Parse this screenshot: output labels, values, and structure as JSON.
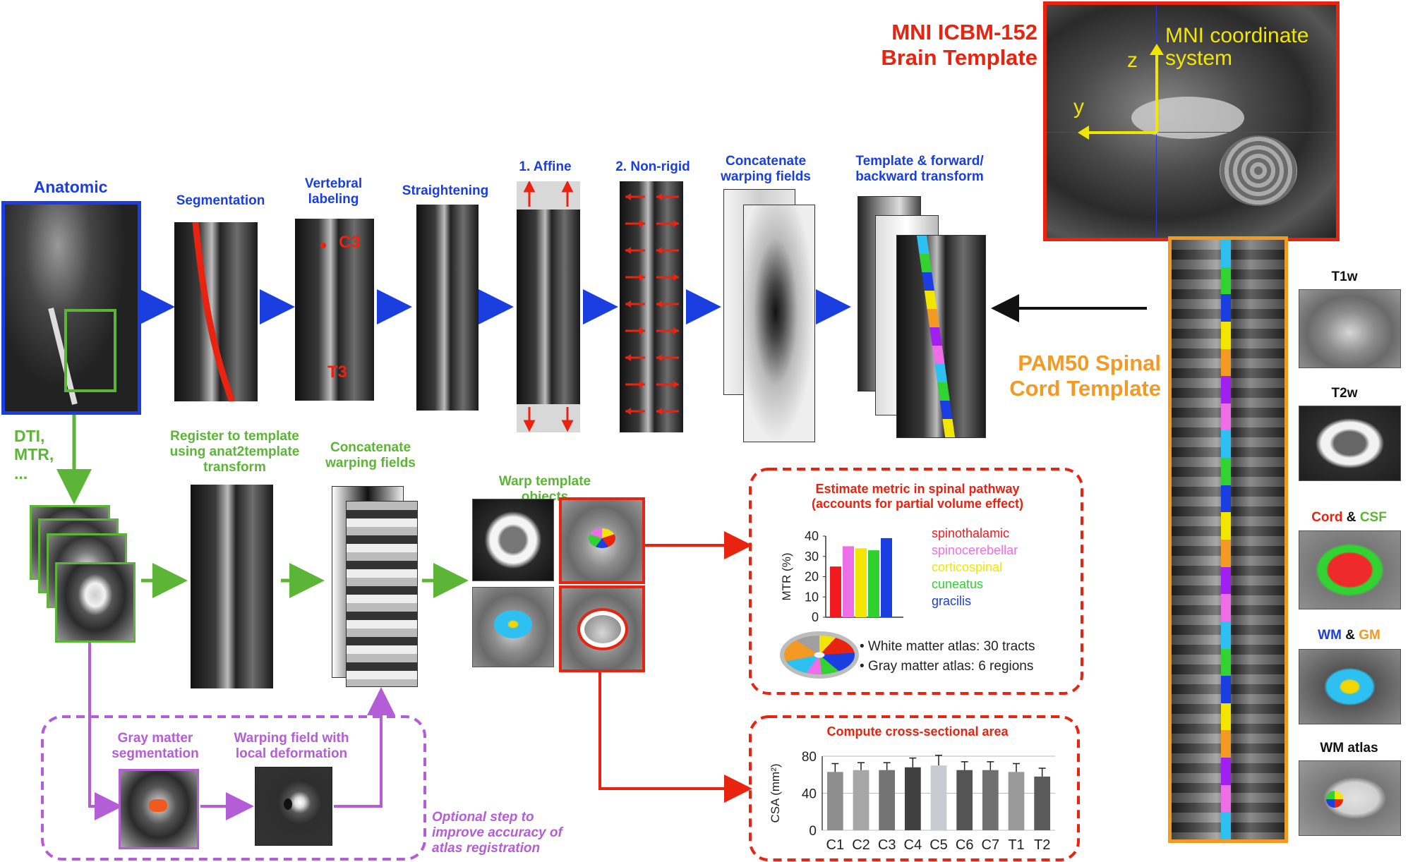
{
  "header": {
    "brain_template_line1": "MNI ICBM-152",
    "brain_template_line2": "Brain Template",
    "mni_coord_line1": "MNI coordinate",
    "mni_coord_line2": "system",
    "axis_z": "z",
    "axis_y": "y",
    "pam50_line1": "PAM50 Spinal",
    "pam50_line2": "Cord Template"
  },
  "top_row": {
    "anatomic": "Anatomic",
    "segmentation": "Segmentation",
    "vertebral_line1": "Vertebral",
    "vertebral_line2": "labeling",
    "c3": "C3",
    "t3": "T3",
    "straightening": "Straightening",
    "affine": "1. Affine",
    "nonrigid": "2. Non-rigid",
    "concat_line1": "Concatenate",
    "concat_line2": "warping fields",
    "template_line1": "Template & forward/",
    "template_line2": "backward transform"
  },
  "bottom_row": {
    "dti_line1": "DTI,",
    "dti_line2": "MTR,",
    "dti_line3": "...",
    "register_line1": "Register to template",
    "register_line2": "using anat2template",
    "register_line3": "transform",
    "concat_line1": "Concatenate",
    "concat_line2": "warping fields",
    "warp_objects": "Warp template objects"
  },
  "optional": {
    "gm_line1": "Gray matter",
    "gm_line2": "segmentation",
    "wf_line1": "Warping field with",
    "wf_line2": "local deformation",
    "note_line1": "Optional step to",
    "note_line2": "improve accuracy of",
    "note_line3": "atlas registration"
  },
  "metric_box": {
    "title_line1": "Estimate metric in spinal pathway",
    "title_line2": "(accounts for partial volume effect)",
    "atlas_line1": "• White matter atlas: 30 tracts",
    "atlas_line2": "• Gray matter atlas: 6 regions"
  },
  "csa_box": {
    "title": "Compute cross-sectional area"
  },
  "template_panels": {
    "t1w": "T1w",
    "t2w": "T2w",
    "cord": "Cord",
    "amp": "&",
    "csf": "CSF",
    "wm": "WM",
    "gm": "GM",
    "wm_atlas": "WM atlas"
  },
  "colors": {
    "blue": "#1a3ee0",
    "green": "#5cb536",
    "purple": "#b35ed6",
    "red": "#e8230f",
    "orange": "#f29a24",
    "yellow": "#f2e600"
  },
  "chart_data": [
    {
      "type": "bar",
      "title": "",
      "xlabel": "",
      "ylabel": "MTR (%)",
      "ylim": [
        0,
        40
      ],
      "yticks": [
        0,
        10,
        20,
        30,
        40
      ],
      "categories": [
        "spinothalamic",
        "spinocerebellar",
        "corticospinal",
        "cuneatus",
        "gracilis"
      ],
      "values": [
        25,
        35,
        34,
        33,
        39
      ],
      "colors": [
        "#f0191e",
        "#ee6ee8",
        "#f2e600",
        "#2fd12f",
        "#1a3ee0"
      ],
      "legend": [
        "spinothalamic",
        "spinocerebellar",
        "corticospinal",
        "cuneatus",
        "gracilis"
      ]
    },
    {
      "type": "bar",
      "title": "",
      "xlabel": "",
      "ylabel": "CSA (mm²)",
      "ylim": [
        0,
        80
      ],
      "yticks": [
        0,
        40,
        80
      ],
      "categories": [
        "C1",
        "C2",
        "C3",
        "C4",
        "C5",
        "C6",
        "C7",
        "T1",
        "T2"
      ],
      "values": [
        63,
        65,
        65,
        68,
        70,
        65,
        65,
        63,
        58
      ],
      "errors": [
        9,
        8,
        8,
        10,
        11,
        9,
        9,
        9,
        9
      ],
      "colors": [
        "#8e8e8e",
        "#a7a7a7",
        "#747474",
        "#404040",
        "#c8ccd2",
        "#545454",
        "#6f6f6f",
        "#9a9a9a",
        "#5a5a5a"
      ],
      "grid": true
    }
  ]
}
